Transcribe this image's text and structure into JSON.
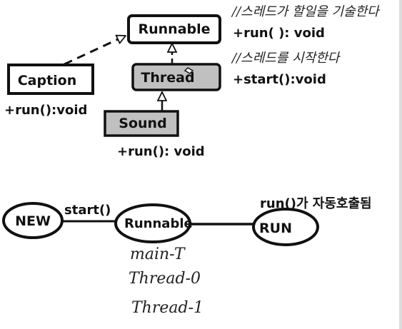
{
  "class_diagram": {
    "runnable": {
      "name": "Runnable",
      "method": "+run( ): void",
      "note": "//스레드가 할일을 기술한다"
    },
    "thread": {
      "name": "Thread",
      "method": "+start():void",
      "note": "//스레드를 시작한다"
    },
    "caption": {
      "name": "Caption",
      "method": "+run():void"
    },
    "sound": {
      "name": "Sound",
      "method": "+run(): void"
    }
  },
  "state_diagram": {
    "new_state": "NEW",
    "runnable_state": "Runnable",
    "run_state": "RUN",
    "start_label": "start()",
    "auto_call_label": "run()가 자동호출됨",
    "threads": [
      "main-T",
      "Thread-0",
      "Thread-1"
    ]
  },
  "colors": {
    "line": "#111111",
    "box_fill": "#ffffff",
    "class_fill_gray": "#c0c0c0",
    "background": "#ffffff"
  }
}
